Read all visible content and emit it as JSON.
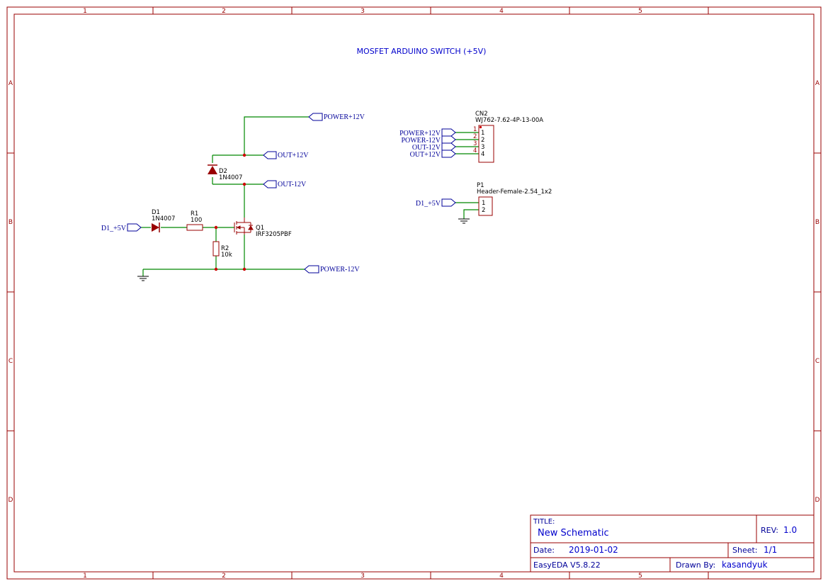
{
  "sheet": {
    "columns": [
      "1",
      "2",
      "3",
      "4",
      "5"
    ],
    "rows": [
      "A",
      "B",
      "C",
      "D"
    ]
  },
  "schematic": {
    "heading": "MOSFET ARDUINO SWITCH (+5V)",
    "components": {
      "d1": {
        "ref": "D1",
        "value": "1N4007"
      },
      "r1": {
        "ref": "R1",
        "value": "100"
      },
      "r2": {
        "ref": "R2",
        "value": "10k"
      },
      "d2": {
        "ref": "D2",
        "value": "1N4007"
      },
      "q1": {
        "ref": "Q1",
        "value": "IRF3205PBF"
      },
      "cn2": {
        "ref": "CN2",
        "value": "WJ762-7.62-4P-13-00A",
        "pins": [
          "1",
          "2",
          "3",
          "4"
        ]
      },
      "p1": {
        "ref": "P1",
        "value": "Header-Female-2.54_1x2",
        "pins": [
          "1",
          "2"
        ]
      }
    },
    "net_ports": {
      "d1_in": "D1_+5V",
      "power_p": "POWER+12V",
      "out_p": "OUT+12V",
      "out_n": "OUT-12V",
      "power_n": "POWER-12V",
      "cn_1": "POWER+12V",
      "cn_2": "POWER-12V",
      "cn_3": "OUT-12V",
      "cn_4": "OUT+12V",
      "p1_1": "D1_+5V"
    }
  },
  "title_block": {
    "title_label": "TITLE:",
    "title_value": "New Schematic",
    "rev_label": "REV:",
    "rev_value": "1.0",
    "date_label": "Date:",
    "date_value": "2019-01-02",
    "sheet_label": "Sheet:",
    "sheet_value": "1/1",
    "software": "EasyEDA V5.8.22",
    "drawn_label": "Drawn By:",
    "drawn_value": "kasandyuk"
  },
  "colors": {
    "frame": "#990000",
    "wire": "#008800",
    "port": "#000099",
    "text": "#000000",
    "label": "#0000cc",
    "junction": "#cc0000"
  }
}
